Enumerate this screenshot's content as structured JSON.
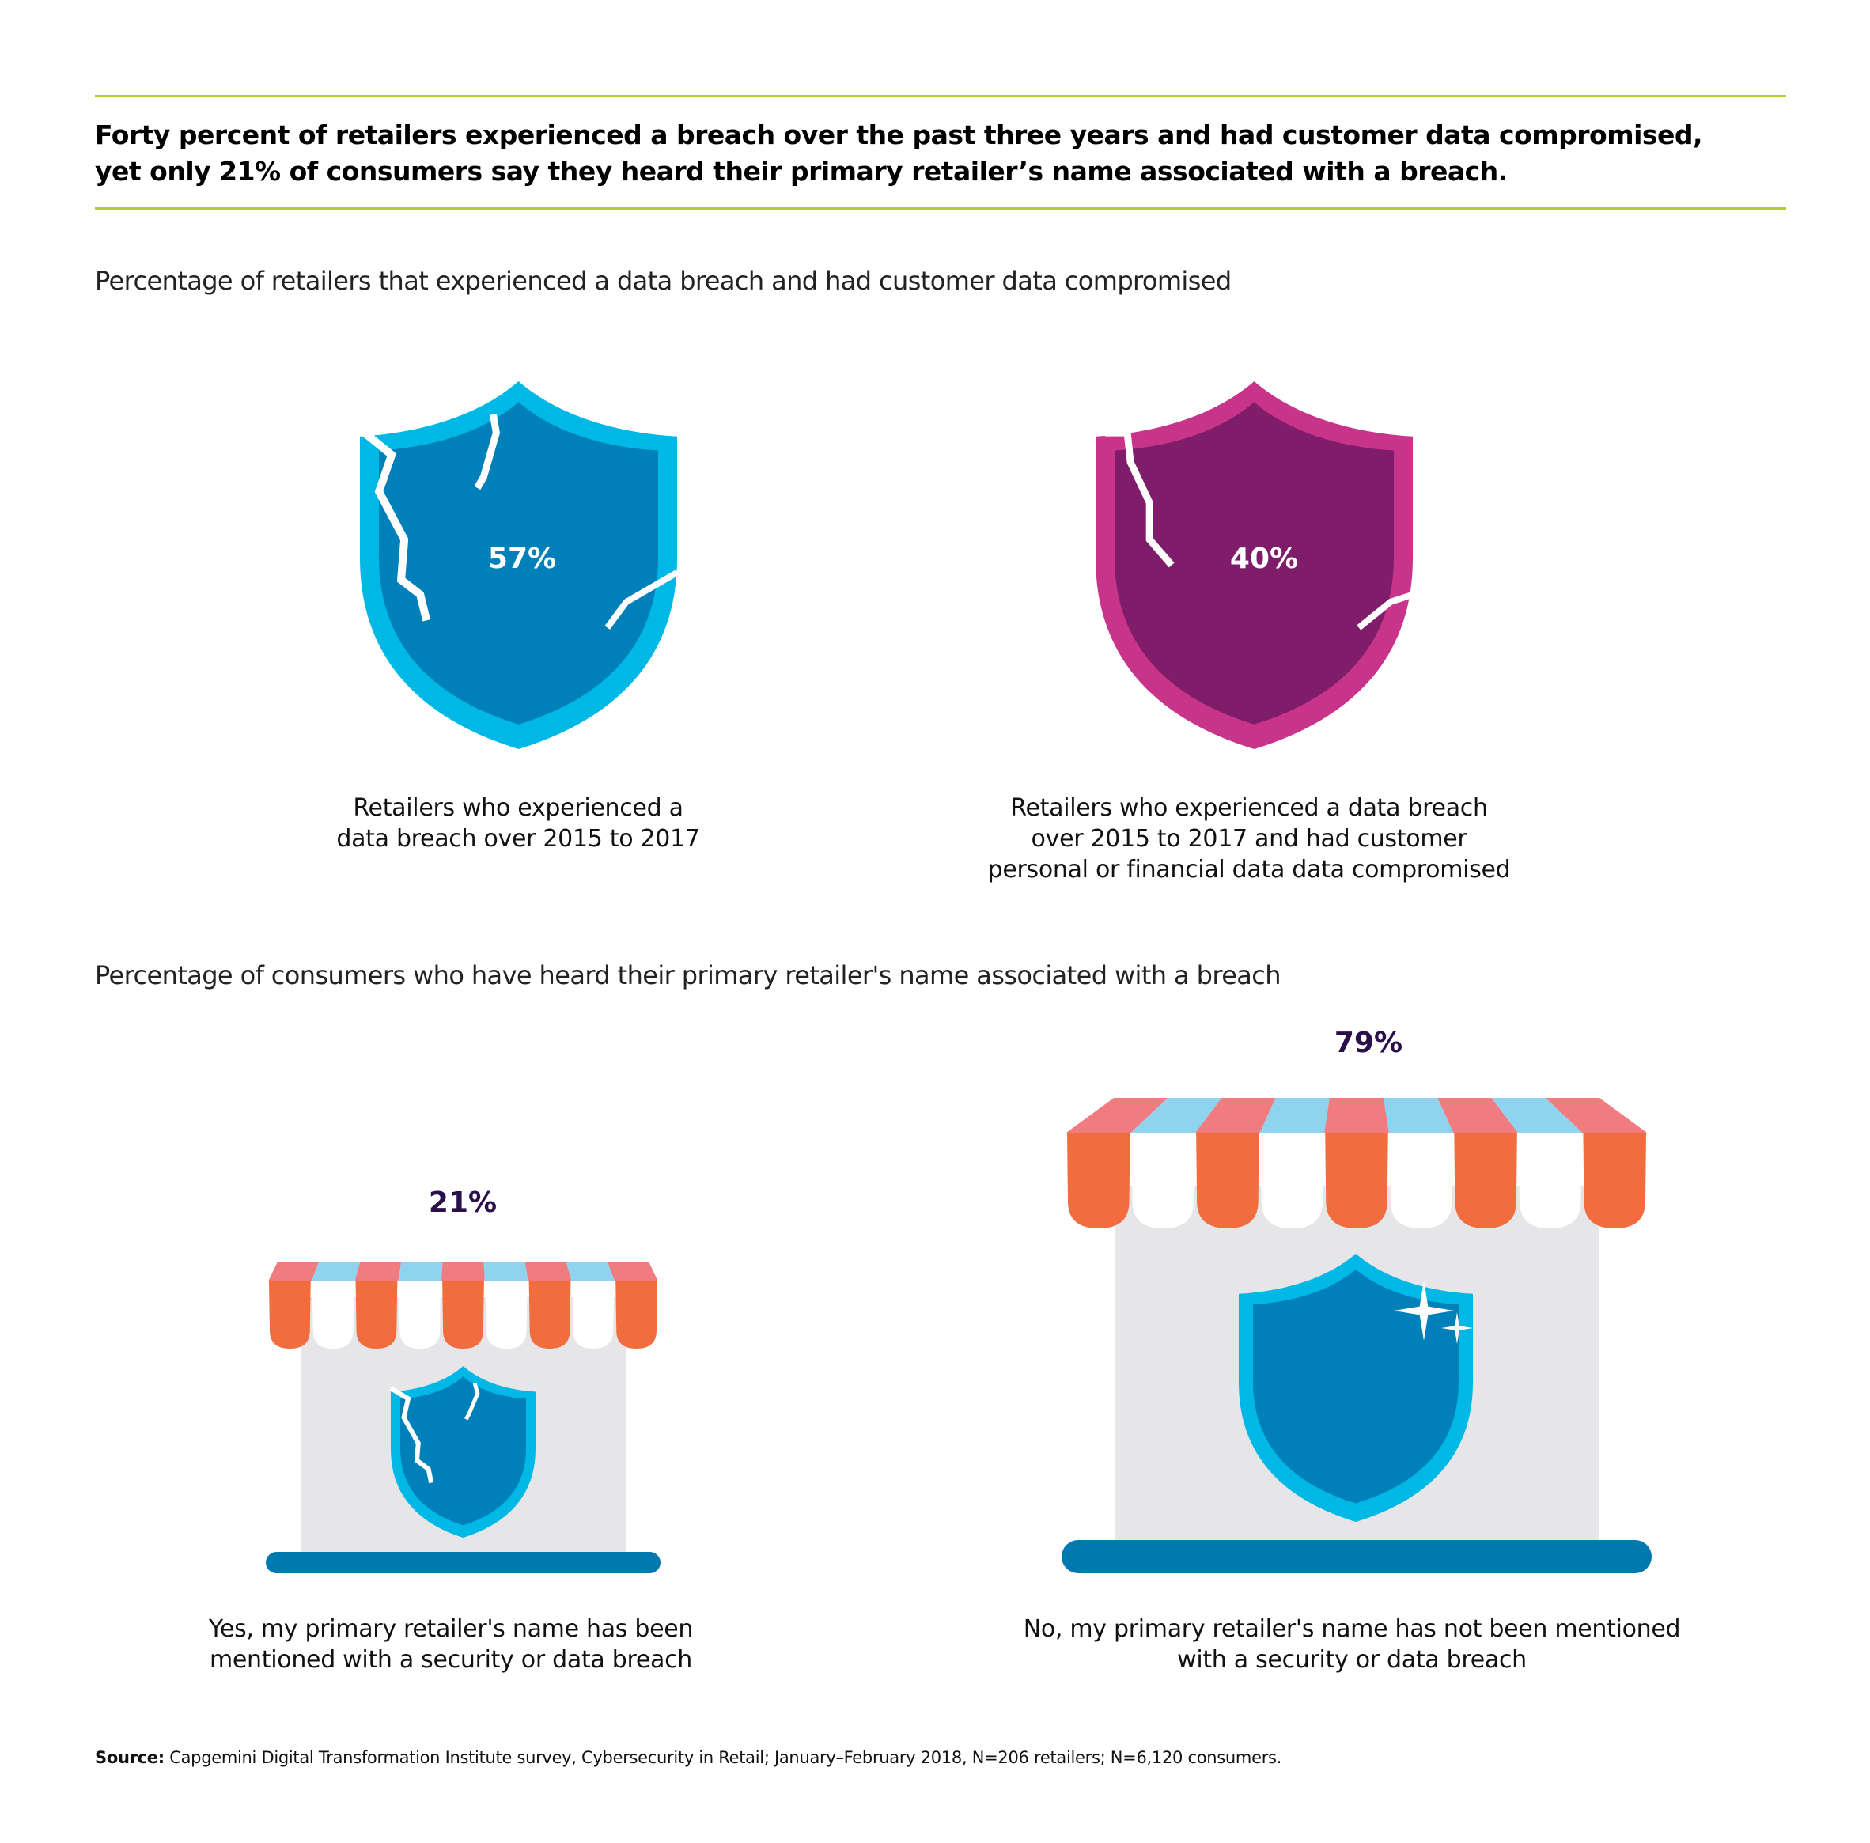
{
  "headline": {
    "line1": "Forty percent of retailers experienced a breach over the past three years and had customer data compromised,",
    "line2": "yet only 21% of consumers say they heard their primary retailer’s name associated with a breach."
  },
  "section1": {
    "title": "Percentage of retailers that experienced a data breach and had customer data compromised",
    "items": [
      {
        "value": "57%",
        "caption": [
          "Retailers who experienced a",
          "data breach over 2015 to 2017"
        ],
        "icon": "cracked-shield-icon"
      },
      {
        "value": "40%",
        "caption": [
          "Retailers who experienced a data breach",
          "over 2015 to 2017 and had customer",
          "personal or financial data data compromised"
        ],
        "icon": "cracked-shield-icon"
      }
    ]
  },
  "section2": {
    "title": "Percentage of consumers who have heard their primary retailer's name associated with a breach",
    "items": [
      {
        "value": "21%",
        "caption": [
          "Yes, my primary retailer's name has been",
          "mentioned with a security or data breach"
        ],
        "icon": "store-cracked-shield-icon"
      },
      {
        "value": "79%",
        "caption": [
          "No, my primary retailer's name has not been mentioned",
          "with a security or data breach"
        ],
        "icon": "store-sparkling-shield-icon"
      }
    ]
  },
  "source": {
    "label": "Source:",
    "text": " Capgemini Digital Transformation Institute survey, Cybersecurity in Retail; January–February 2018, N=206 retailers; N=6,120 consumers."
  },
  "colors": {
    "accent_line": "#b5cc2e",
    "blue_outer": "#00b8e6",
    "blue_inner": "#0080b8",
    "magenta_outer": "#c8348a",
    "purple_inner": "#7f1d6a",
    "awning_orange": "#f26d3d",
    "awning_pink": "#f07c80",
    "awning_lightblue": "#8fd3ee",
    "store_gray": "#e6e6e8",
    "base_blue": "#0078b0"
  }
}
